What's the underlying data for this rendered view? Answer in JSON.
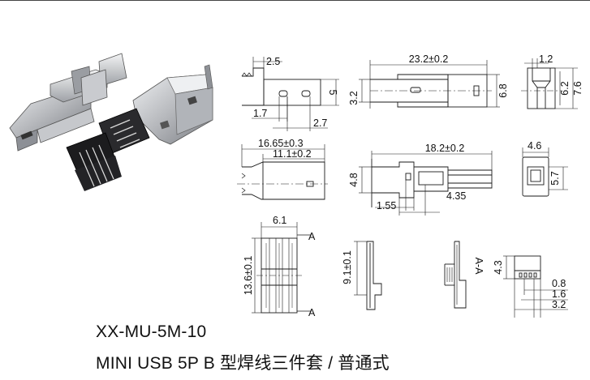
{
  "colors": {
    "line": "#1a1a1a",
    "metal_light": "#d9dadc",
    "metal_mid": "#a9abaf",
    "metal_dark": "#6b6e74",
    "plastic": "#1c1c1e"
  },
  "views": {
    "view1": {
      "d1": "2.5",
      "d2": "3.2",
      "d3": "5",
      "d4": "1.7",
      "d5": "2.7"
    },
    "view2": {
      "d1": "23.2±0.2",
      "d2": "6.8"
    },
    "view3": {
      "d1": "1.2",
      "d2": "6.2",
      "d3": "7.6"
    },
    "view4": {
      "d1": "16.65±0.3",
      "d2": "11.1±0.2"
    },
    "view5": {
      "d1": "18.2±0.2",
      "d2": "4.8",
      "d3": "1.55",
      "d4": "4.35"
    },
    "view6": {
      "d1": "4.6",
      "d2": "5.7"
    },
    "view7": {
      "d1": "6.1",
      "d2": "13.6±0.1",
      "sec_top": "A",
      "sec_bot": "A"
    },
    "view8": {
      "d1": "9.1±0.1"
    },
    "view9": {
      "d1": "A-A"
    },
    "view10": {
      "d1": "4.3",
      "d2": "0.8",
      "d3": "1.6",
      "d4": "3.2"
    }
  },
  "caption": {
    "model": "XX-MU-5M-10",
    "description": "MINI USB 5P B 型焊线三件套 / 普通式"
  }
}
